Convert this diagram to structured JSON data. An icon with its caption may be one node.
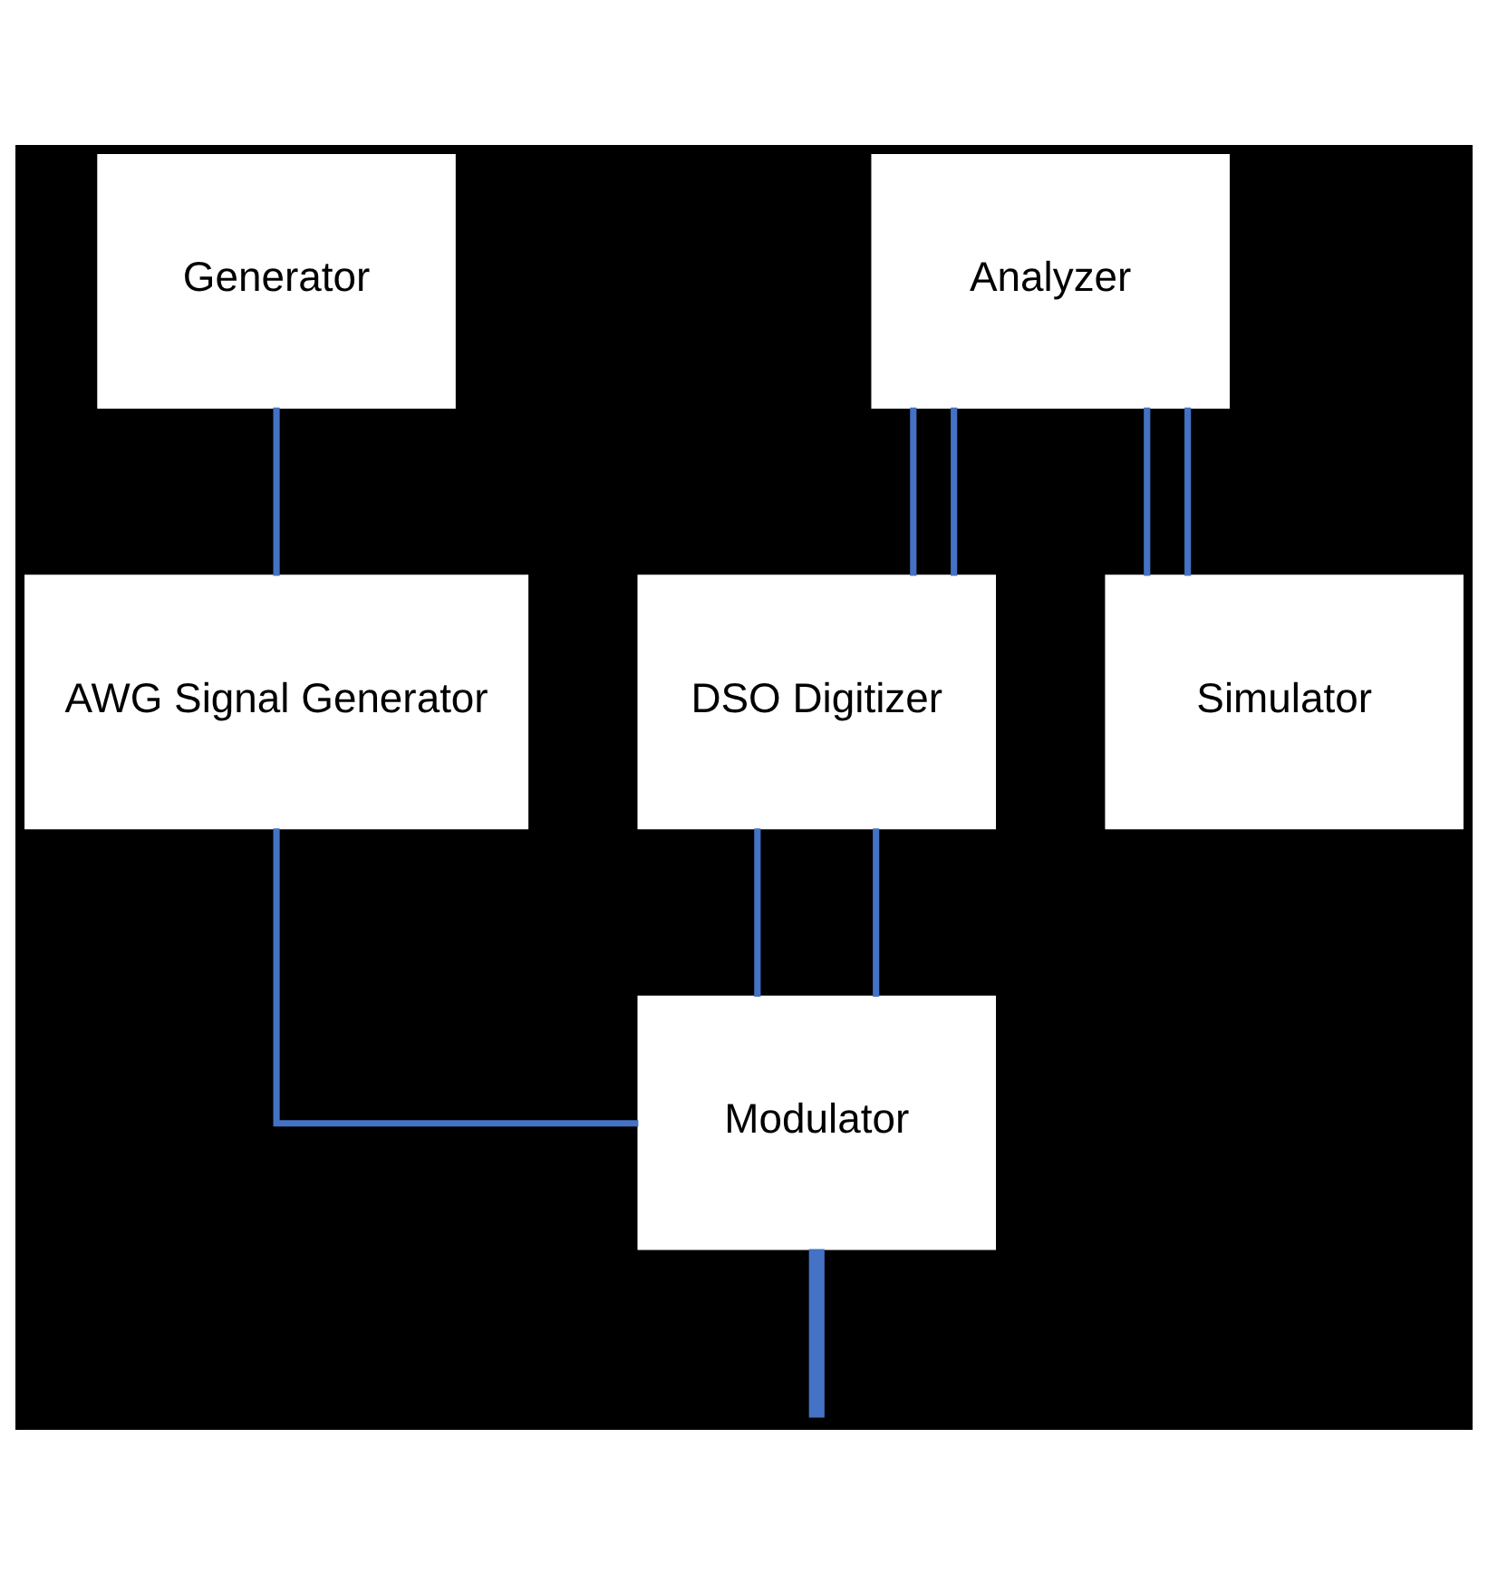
{
  "diagram": {
    "nodes": [
      {
        "text": [
          "Generator"
        ]
      },
      {
        "text": [
          "Analyzer"
        ]
      },
      {
        "text": [
          "AWG Signal Generator"
        ]
      },
      {
        "text": [
          "DSO Digitizer"
        ]
      },
      {
        "text": [
          "Simulator"
        ]
      },
      {
        "text": [
          "Modulator"
        ]
      }
    ],
    "edges": [
      {
        "from": 0,
        "to": 2,
        "arrow": "none"
      },
      {
        "from": 1,
        "to": 3,
        "arrow": "none"
      },
      {
        "from": 1,
        "to": 4,
        "arrow": "none"
      },
      {
        "from": 1,
        "to": 3,
        "arrow": "none"
      },
      {
        "from": 1,
        "to": 4,
        "arrow": "none"
      },
      {
        "from": 3,
        "to": 5,
        "arrow": "none"
      },
      {
        "from": 3,
        "to": 5,
        "arrow": "none"
      },
      {
        "from": 2,
        "to": 5,
        "arrow": "none"
      },
      {
        "from": 5,
        "to": null,
        "arrow": "none",
        "style": "thick"
      }
    ]
  }
}
